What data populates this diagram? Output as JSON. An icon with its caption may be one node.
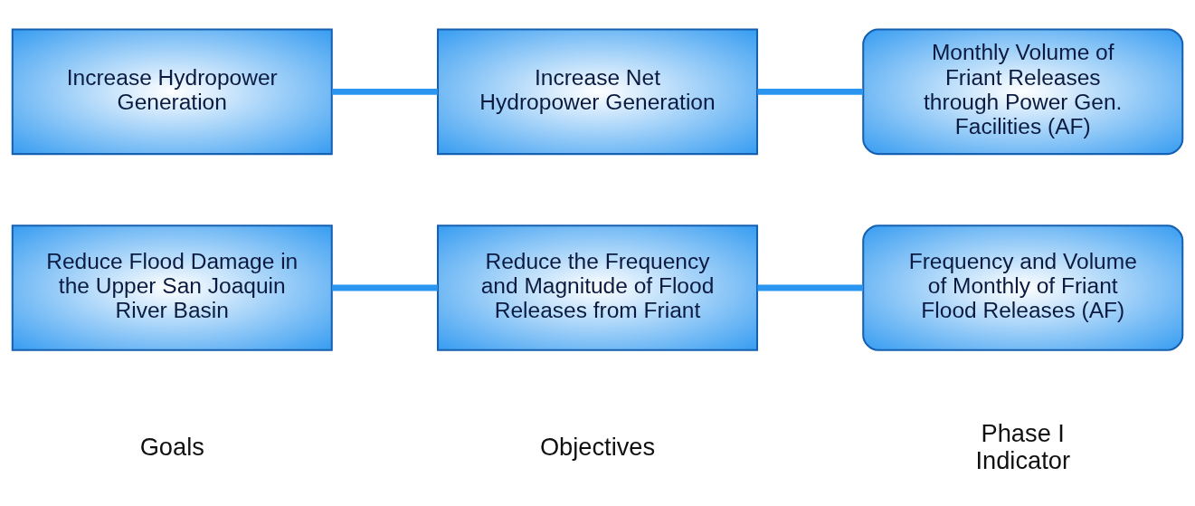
{
  "diagram": {
    "nodes": [
      {
        "text": [
          "Reduce Flood Damage in the Upper San Joaquin River Basin"
        ]
      },
      {
        "text": [
          "Reduce the Frequency and Magnitude of Flood Releases from Friant"
        ]
      },
      {
        "text": [
          "Frequency and Volume of Monthly of Friant Flood Releases (AF)"
        ]
      },
      {
        "text": [
          "Increase Hydropower Generation"
        ]
      },
      {
        "text": [
          "Increase Net Hydropower Generation"
        ]
      },
      {
        "text": [
          "Monthly Volume of Friant Releases through Power Gen. Facilities (AF)"
        ]
      }
    ],
    "edges": [
      {
        "from": 0,
        "to": 1,
        "arrow": "none"
      },
      {
        "from": 1,
        "to": 2,
        "arrow": "none"
      },
      {
        "from": 3,
        "to": 4,
        "arrow": "none"
      },
      {
        "from": 4,
        "to": 5,
        "arrow": "none"
      }
    ],
    "labels": [
      "Goals",
      "Objectives",
      "Phase I Indicator"
    ]
  }
}
